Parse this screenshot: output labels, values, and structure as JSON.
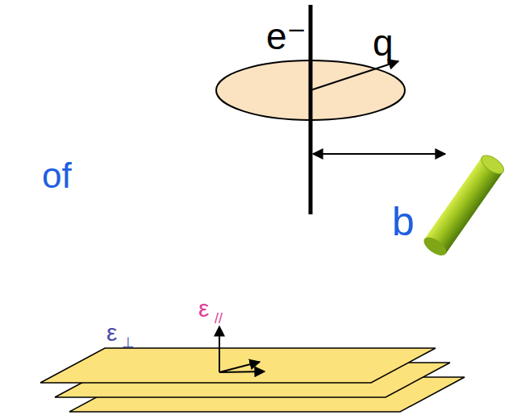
{
  "diagram": {
    "labels": [
      "e⁻",
      "q",
      "of",
      "b",
      "ε",
      "//",
      "ε",
      "⊥"
    ]
  }
}
